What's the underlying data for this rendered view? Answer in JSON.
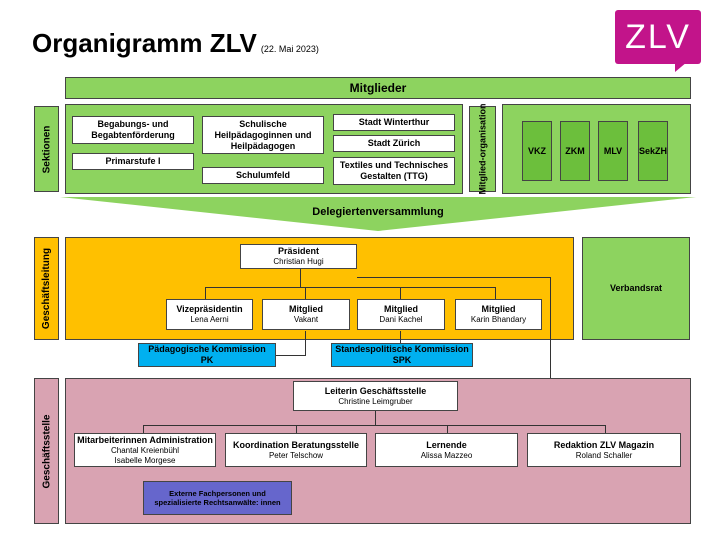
{
  "header": {
    "title": "Organigramm ZLV",
    "date": "(22. Mai 2023)"
  },
  "logo": {
    "text": "ZLV",
    "color": "#c2148a"
  },
  "mitglieder": "Mitglieder",
  "sektionen": {
    "label": "Sektionen",
    "items": [
      "Begabungs- und Begabtenförderung",
      "Primarstufe I",
      "Schulische Heilpädagoginnen und Heilpädagogen",
      "Schulumfeld",
      "Stadt Winterthur",
      "Stadt Zürich",
      "Textiles und Technisches Gestalten (TTG)"
    ]
  },
  "mitgliedorganisation": {
    "label": "Mitglied-organisation",
    "items": [
      "VKZ",
      "ZKM",
      "MLV",
      "SekZH"
    ]
  },
  "delegiertenversammlung": "Delegiertenversammlung",
  "geschaeftsleitung": {
    "label": "Geschäftsleitung",
    "praesident": {
      "title": "Präsident",
      "name": "Christian Hugi"
    },
    "members": [
      {
        "title": "Vizepräsidentin",
        "name": "Lena Aerni"
      },
      {
        "title": "Mitglied",
        "name": "Vakant"
      },
      {
        "title": "Mitglied",
        "name": "Dani Kachel"
      },
      {
        "title": "Mitglied",
        "name": "Karin Bhandary"
      }
    ],
    "kommissionen": [
      {
        "title": "Pädagogische Kommission",
        "abbr": "PK"
      },
      {
        "title": "Standespolitische Kommission",
        "abbr": "SPK"
      }
    ]
  },
  "verbandsrat": "Verbandsrat",
  "geschaeftsstelle": {
    "label": "Geschäftsstelle",
    "leitung": {
      "title": "Leiterin Geschäftsstelle",
      "name": "Christine Leimgruber"
    },
    "units": [
      {
        "title": "Mitarbeiterinnen Administration",
        "names": [
          "Chantal Kreienbühl",
          "Isabelle Morgese"
        ]
      },
      {
        "title": "Koordination Beratungsstelle",
        "names": [
          "Peter Telschow"
        ]
      },
      {
        "title": "Lernende",
        "names": [
          "Alissa Mazzeo"
        ]
      },
      {
        "title": "Redaktion ZLV Magazin",
        "names": [
          "Roland Schaller"
        ]
      }
    ],
    "extern": "Externe Fachpersonen und spezialisierte Rechtsanwälte: innen"
  }
}
